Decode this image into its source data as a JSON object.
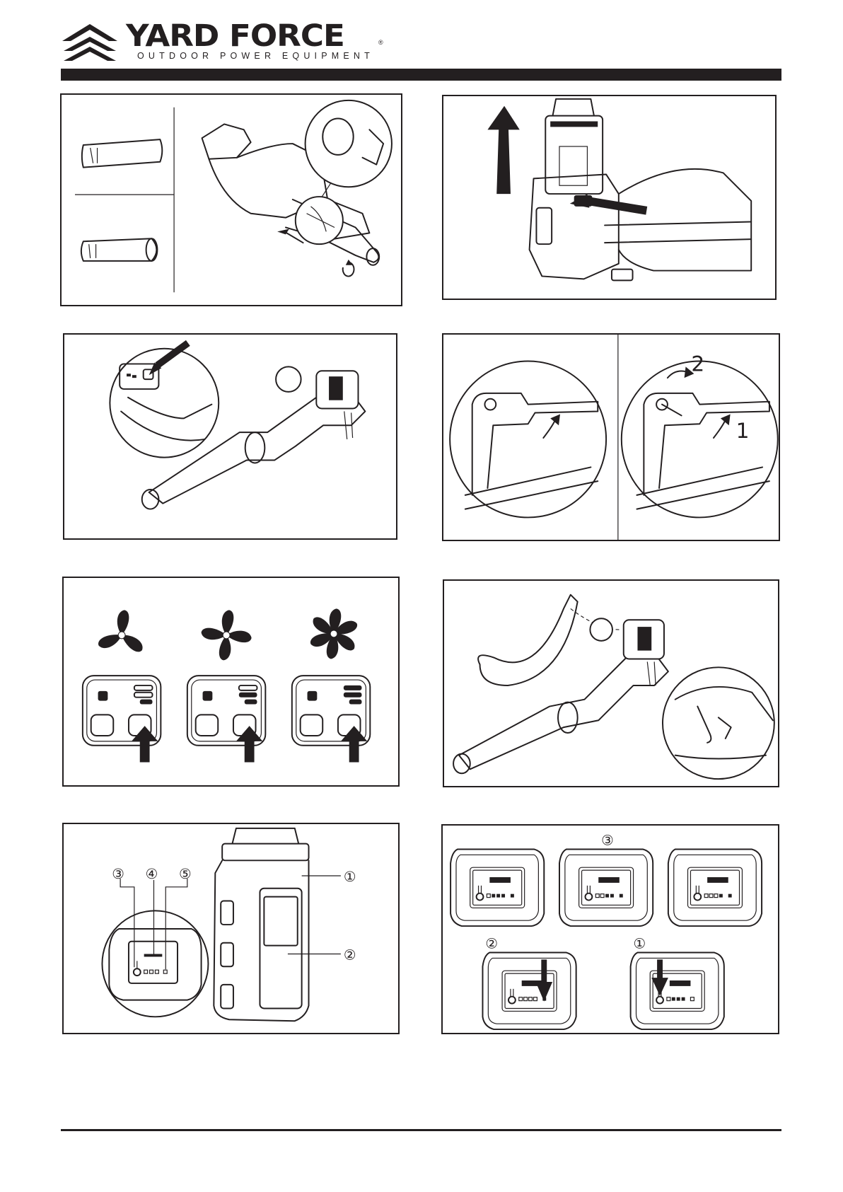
{
  "header": {
    "brand": "YARD FORCE",
    "registered": "®",
    "tagline": "OUTDOOR POWER EQUIPMENT"
  },
  "figures": {
    "step_lock": {
      "label_1": "1",
      "label_2": "2"
    },
    "battery_parts": {
      "callouts": [
        "①",
        "②",
        "③",
        "④",
        "⑤"
      ]
    },
    "battery_indicator": {
      "callouts": [
        "③",
        "②",
        "①"
      ]
    },
    "speed_levels": [
      "low",
      "medium",
      "high"
    ]
  },
  "colors": {
    "ink": "#231f20",
    "paper": "#ffffff"
  }
}
